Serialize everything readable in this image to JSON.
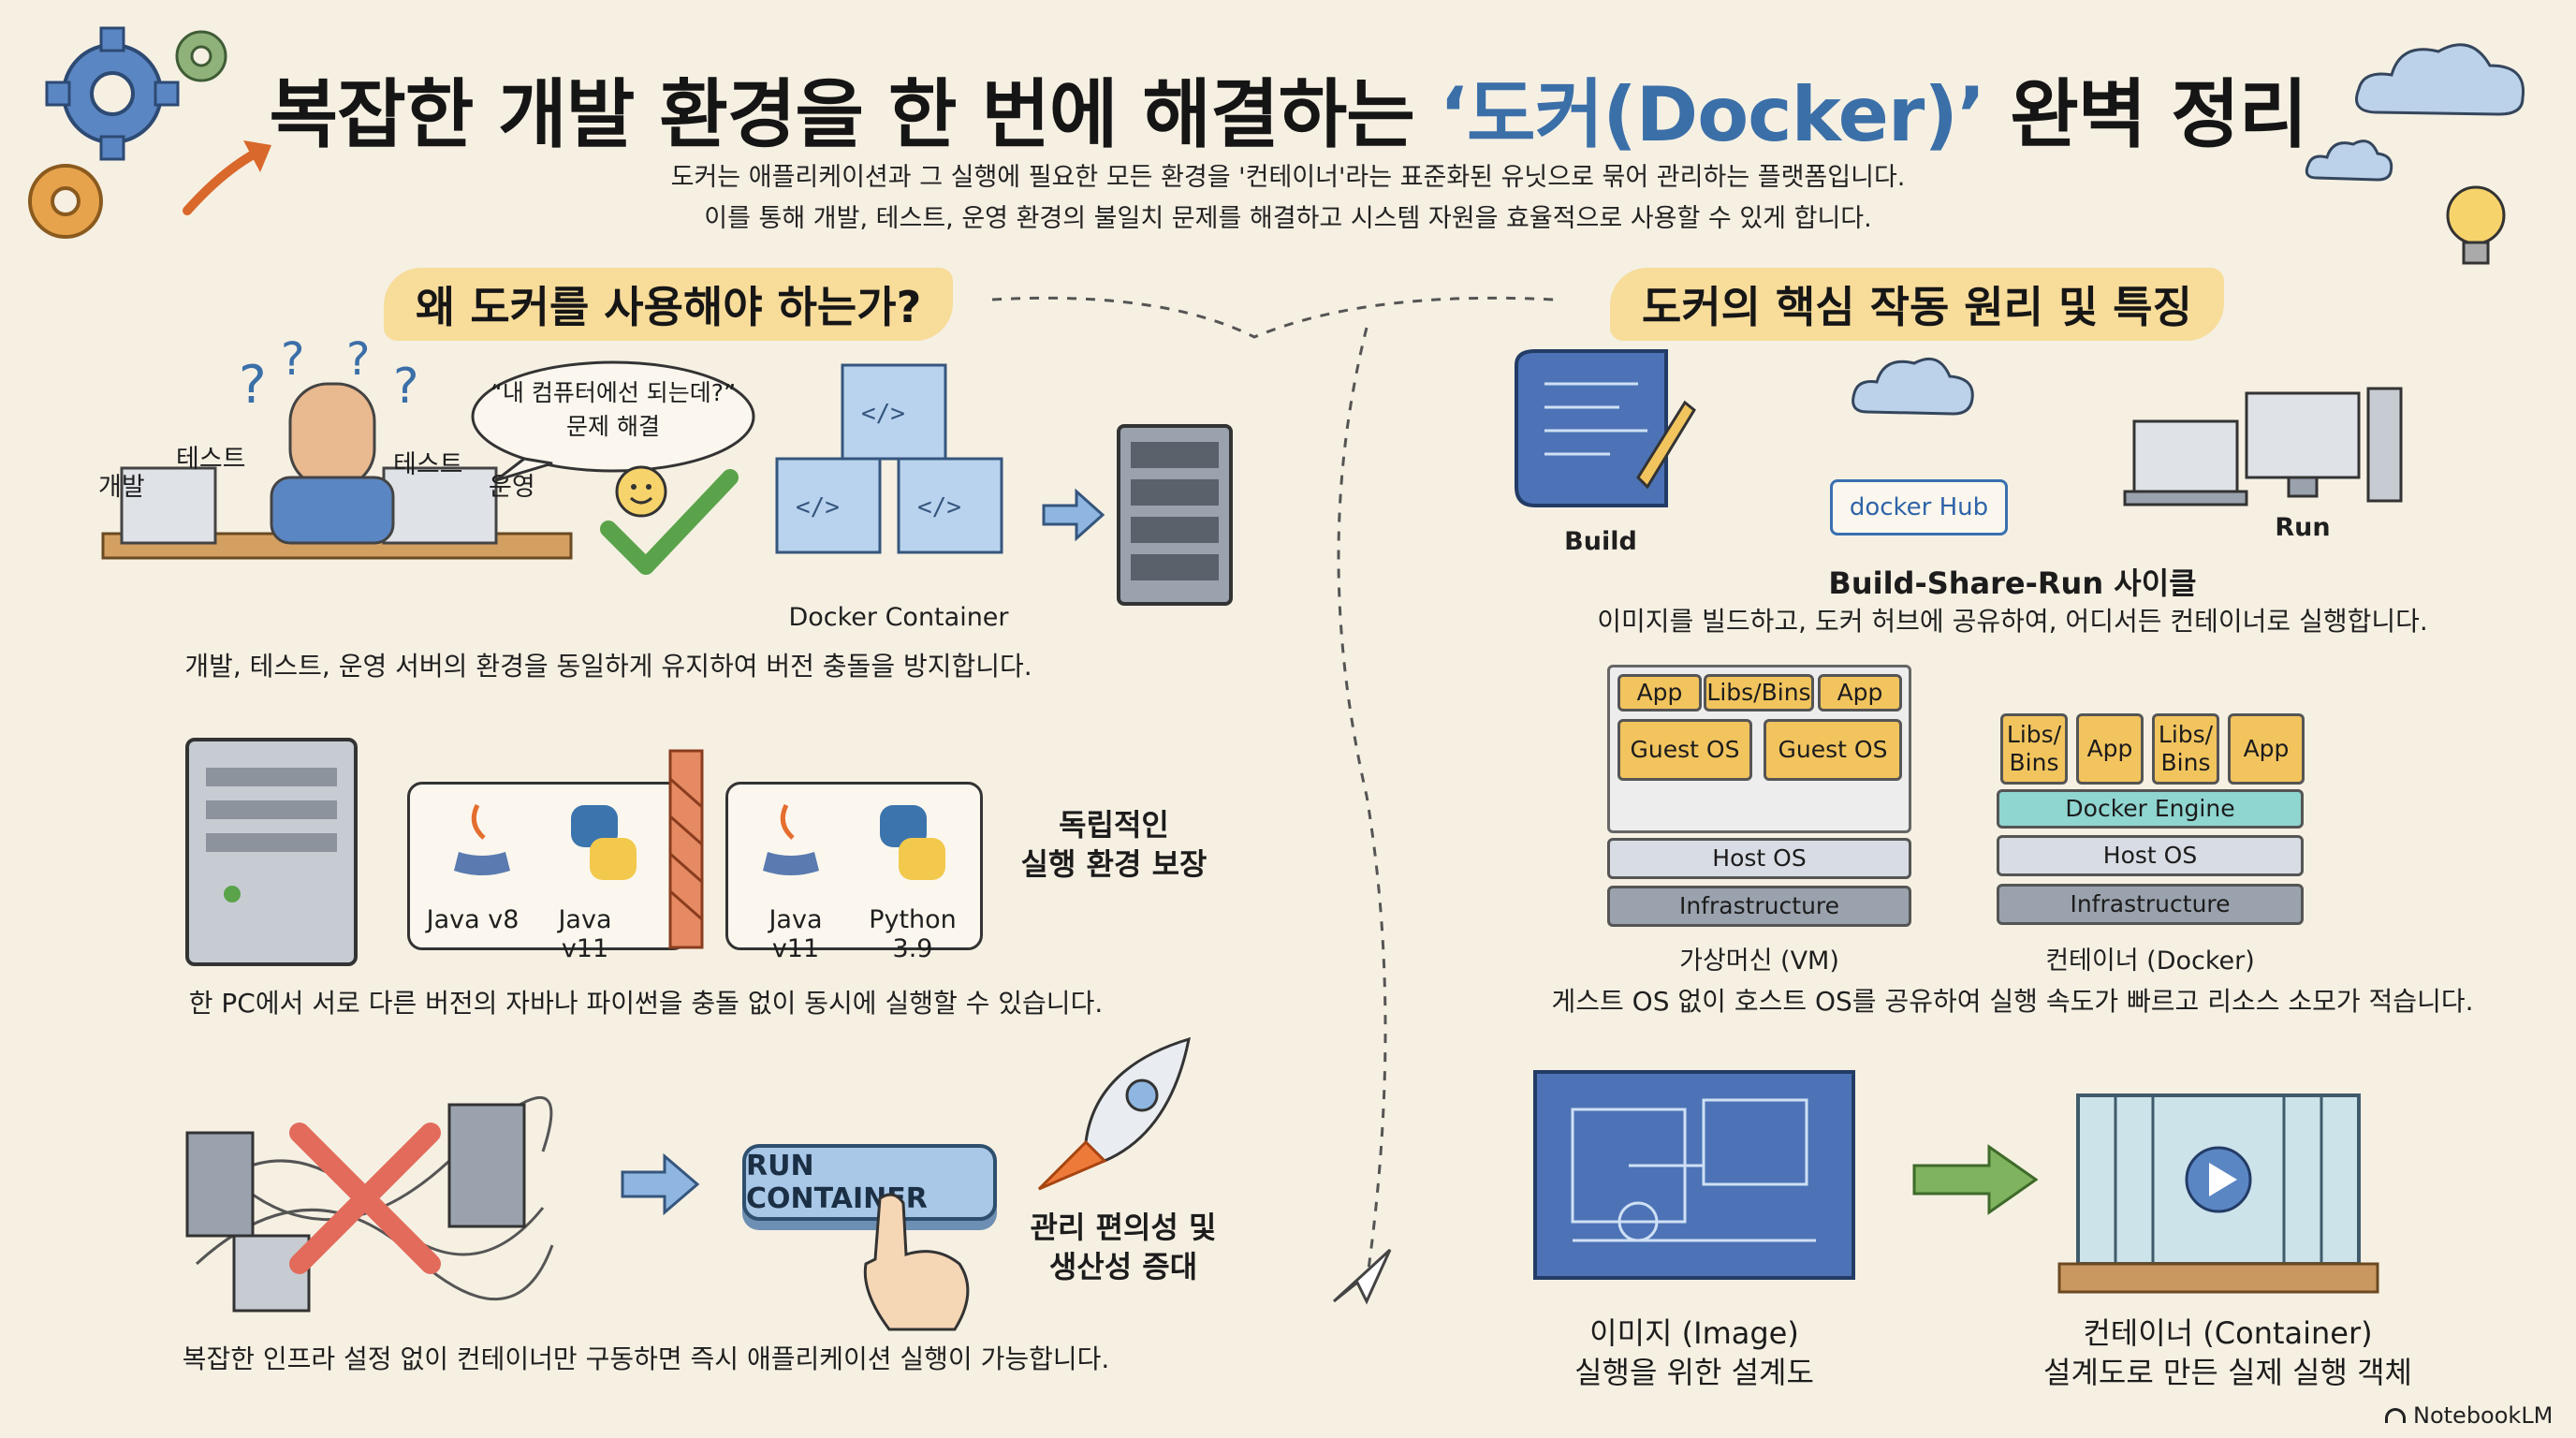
{
  "header": {
    "title_main": "복잡한 개발 환경을 한 번에 해결하는",
    "title_highlight": "‘도커(Docker)’",
    "title_end": "완벽 정리",
    "subtitle_line1": "도커는 애플리케이션과 그 실행에 필요한 모든 환경을 '컨테이너'라는 표준화된 유닛으로 묶어 관리하는 플랫폼입니다.",
    "subtitle_line2": "이를 통해 개발, 테스트, 운영 환경의 불일치 문제를 해결하고 시스템 자원을 효율적으로 사용할 수 있게 합니다."
  },
  "left": {
    "section_title": "왜 도커를 사용해야 하는가?",
    "panel1": {
      "speech": "“내 컴퓨터에선 되는데?”",
      "speech2": "문제 해결",
      "env_labels": [
        "개발",
        "테스트",
        "테스트",
        "운영"
      ],
      "container_label": "Docker Container",
      "caption": "개발, 테스트, 운영 서버의 환경을 동일하게 유지하여 버전 충돌을 방지합니다."
    },
    "panel2": {
      "java8": "Java v8",
      "java11a": "Java v11",
      "java11b": "Java v11",
      "python": "Python 3.9",
      "side_label_line1": "독립적인",
      "side_label_line2": "실행 환경 보장",
      "caption": "한 PC에서 서로 다른 버전의 자바나 파이썬을 충돌 없이 동시에 실행할 수 있습니다."
    },
    "panel3": {
      "button": "RUN CONTAINER",
      "side_label_line1": "관리 편의성 및",
      "side_label_line2": "생산성 증대",
      "caption": "복잡한 인프라 설정 없이 컨테이너만 구동하면 즉시 애플리케이션 실행이 가능합니다."
    }
  },
  "right": {
    "section_title": "도커의 핵심 작동 원리 및 특징",
    "cycle": {
      "build": "Build",
      "hub": "docker Hub",
      "run": "Run",
      "title": "Build-Share-Run 사이클",
      "caption": "이미지를 빌드하고, 도커 허브에 공유하여, 어디서든 컨테이너로 실행합니다."
    },
    "vm": {
      "apps": [
        "App",
        "Libs/Bins",
        "App"
      ],
      "guests": [
        "Guest OS",
        "Guest OS"
      ],
      "host": "Host OS",
      "infra": "Infrastructure",
      "label": "가상머신 (VM)"
    },
    "docker": {
      "cells": [
        "Libs/ Bins",
        "App",
        "Libs/ Bins",
        "App"
      ],
      "engine": "Docker Engine",
      "host": "Host OS",
      "infra": "Infrastructure",
      "label": "컨테이너 (Docker)"
    },
    "compare_caption": "게스트 OS 없이 호스트 OS를 공유하여 실행 속도가 빠르고 리소스 소모가 적습니다.",
    "image": {
      "title": "이미지 (Image)",
      "desc": "실행을 위한 설계도"
    },
    "container": {
      "title": "컨테이너 (Container)",
      "desc": "설계도로 만든 실제 실행 객체"
    }
  },
  "footer": {
    "brand": "NotebookLM"
  },
  "colors": {
    "accent": "#3b6fa8",
    "highlight": "#f7dc9a",
    "gold": "#f2c45e",
    "teal": "#8fd5d0"
  },
  "icons": [
    "gear-icon",
    "arrow-icon",
    "cloud-icon",
    "lightbulb-icon",
    "question-icon",
    "smiley-icon",
    "checkmark-icon",
    "server-icon",
    "java-icon",
    "python-icon",
    "rocket-icon",
    "hand-pointer-icon",
    "blueprint-icon",
    "shipping-container-icon",
    "laptop-icon",
    "monitor-icon",
    "pencil-icon",
    "paper-plane-icon"
  ]
}
